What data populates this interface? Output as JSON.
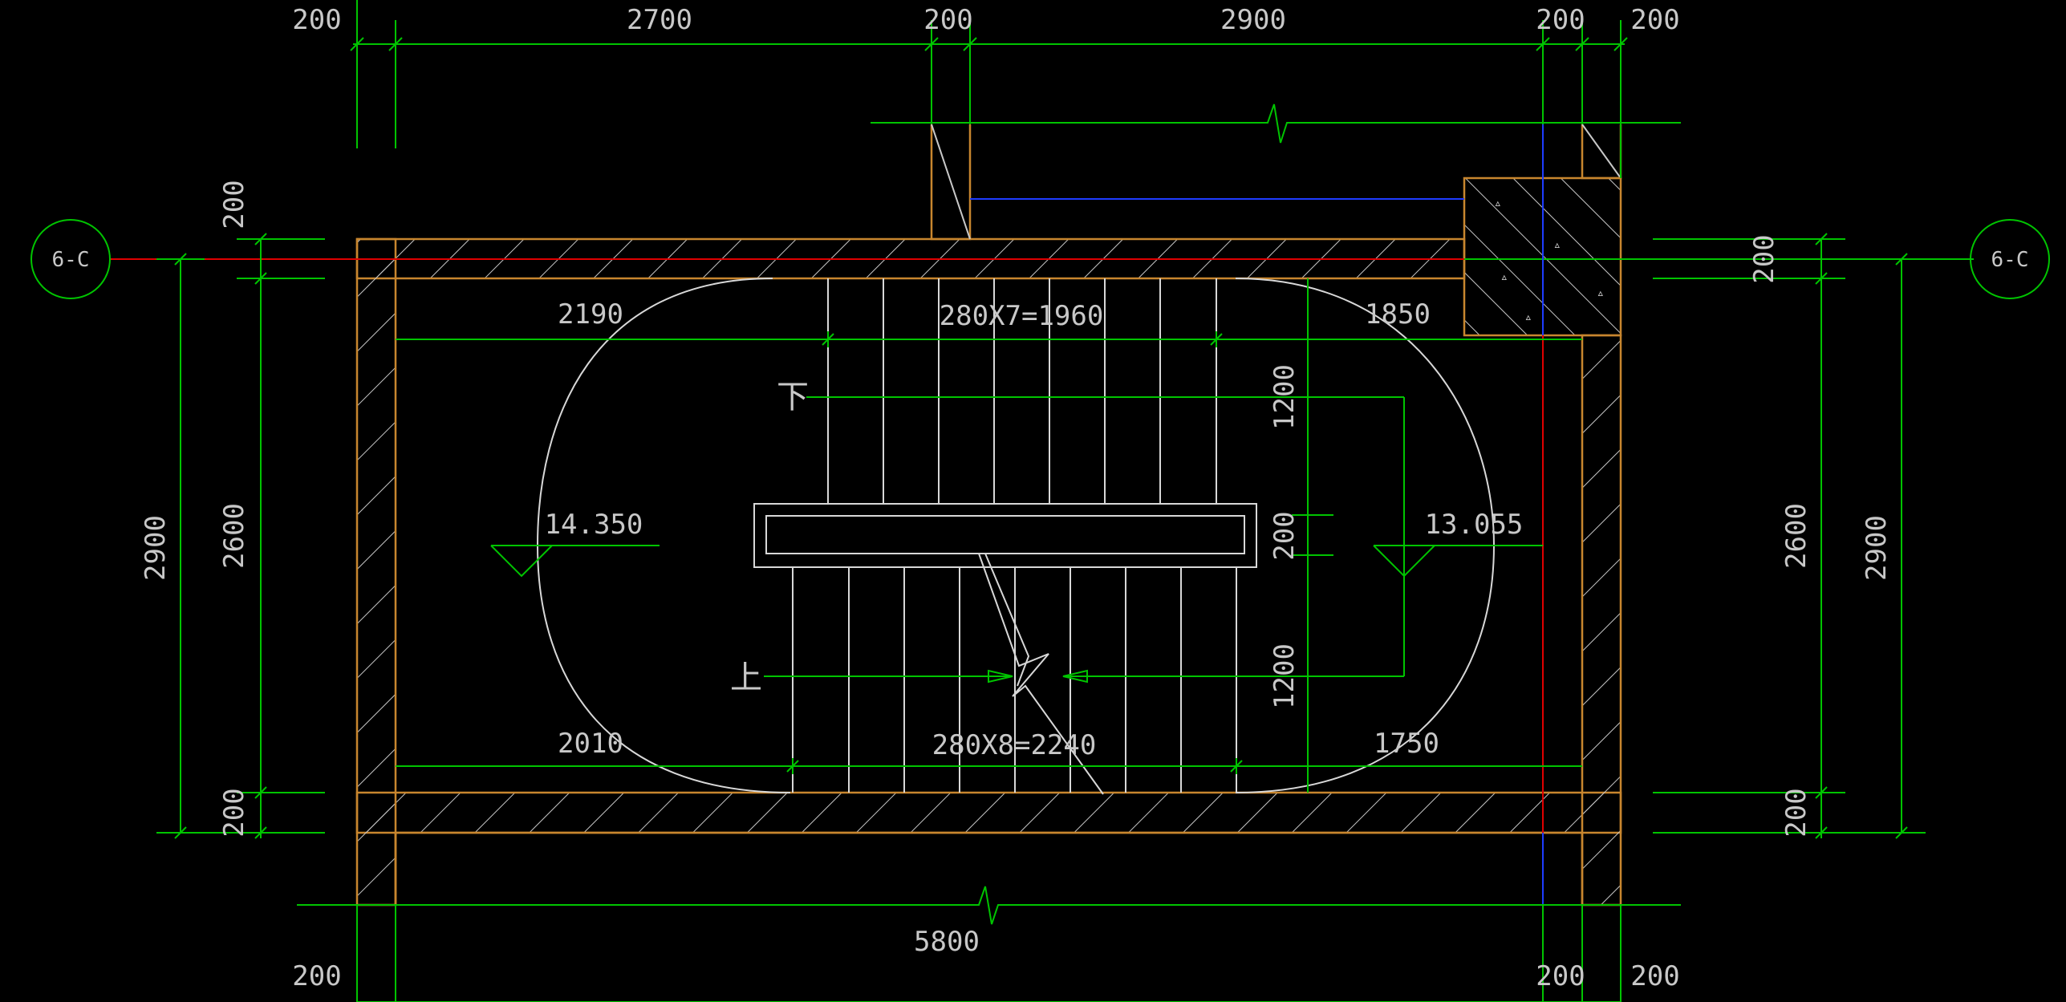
{
  "colors": {
    "background": "#000000",
    "wall": "#c8862e",
    "dimension": "#00c400",
    "stair": "#d8d8d8",
    "axis_red": "#e00000",
    "axis_blue": "#1e3cff",
    "text": "#c8c8c8"
  },
  "axis_tags": {
    "left": "6-C",
    "right": "6-C"
  },
  "dims": {
    "top_200_a": "200",
    "top_2700": "2700",
    "top_200_b": "200",
    "top_2900": "2900",
    "top_200_c": "200",
    "top_200_d": "200",
    "bottom_200_a": "200",
    "bottom_5800": "5800",
    "bottom_200_b": "200",
    "bottom_200_c": "200",
    "left_200_top": "200",
    "left_2600": "2600",
    "left_2900": "2900",
    "left_200_bottom": "200",
    "right_200_top": "200",
    "right_2600": "2600",
    "right_2900": "2900",
    "right_200_bottom": "200",
    "upper_2190": "2190",
    "upper_flight": "280X7=1960",
    "upper_1850": "1850",
    "lower_2010": "2010",
    "lower_flight": "280X8=2240",
    "lower_1750": "1750",
    "mid_1200_top": "1200",
    "mid_200": "200",
    "mid_1200_bottom": "1200"
  },
  "levels": {
    "left": "14.350",
    "right": "13.055"
  },
  "labels": {
    "down": "下",
    "up": "上"
  }
}
